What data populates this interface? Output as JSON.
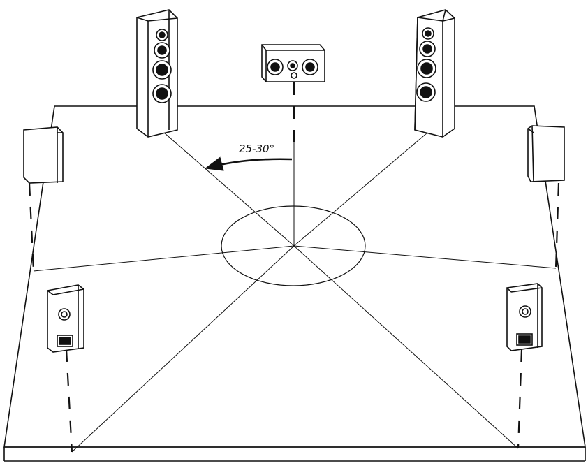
{
  "diagram": {
    "angle_label": "25-30°",
    "speakers": [
      {
        "name": "front-left-tower-speaker",
        "type": "tower"
      },
      {
        "name": "center-speaker",
        "type": "center"
      },
      {
        "name": "front-right-tower-speaker",
        "type": "tower"
      },
      {
        "name": "side-left-surround-speaker",
        "type": "surround"
      },
      {
        "name": "side-right-surround-speaker",
        "type": "surround"
      },
      {
        "name": "rear-left-speaker",
        "type": "bookshelf"
      },
      {
        "name": "rear-right-speaker",
        "type": "bookshelf"
      }
    ],
    "colors": {
      "line": "#111111",
      "background": "#ffffff"
    }
  }
}
